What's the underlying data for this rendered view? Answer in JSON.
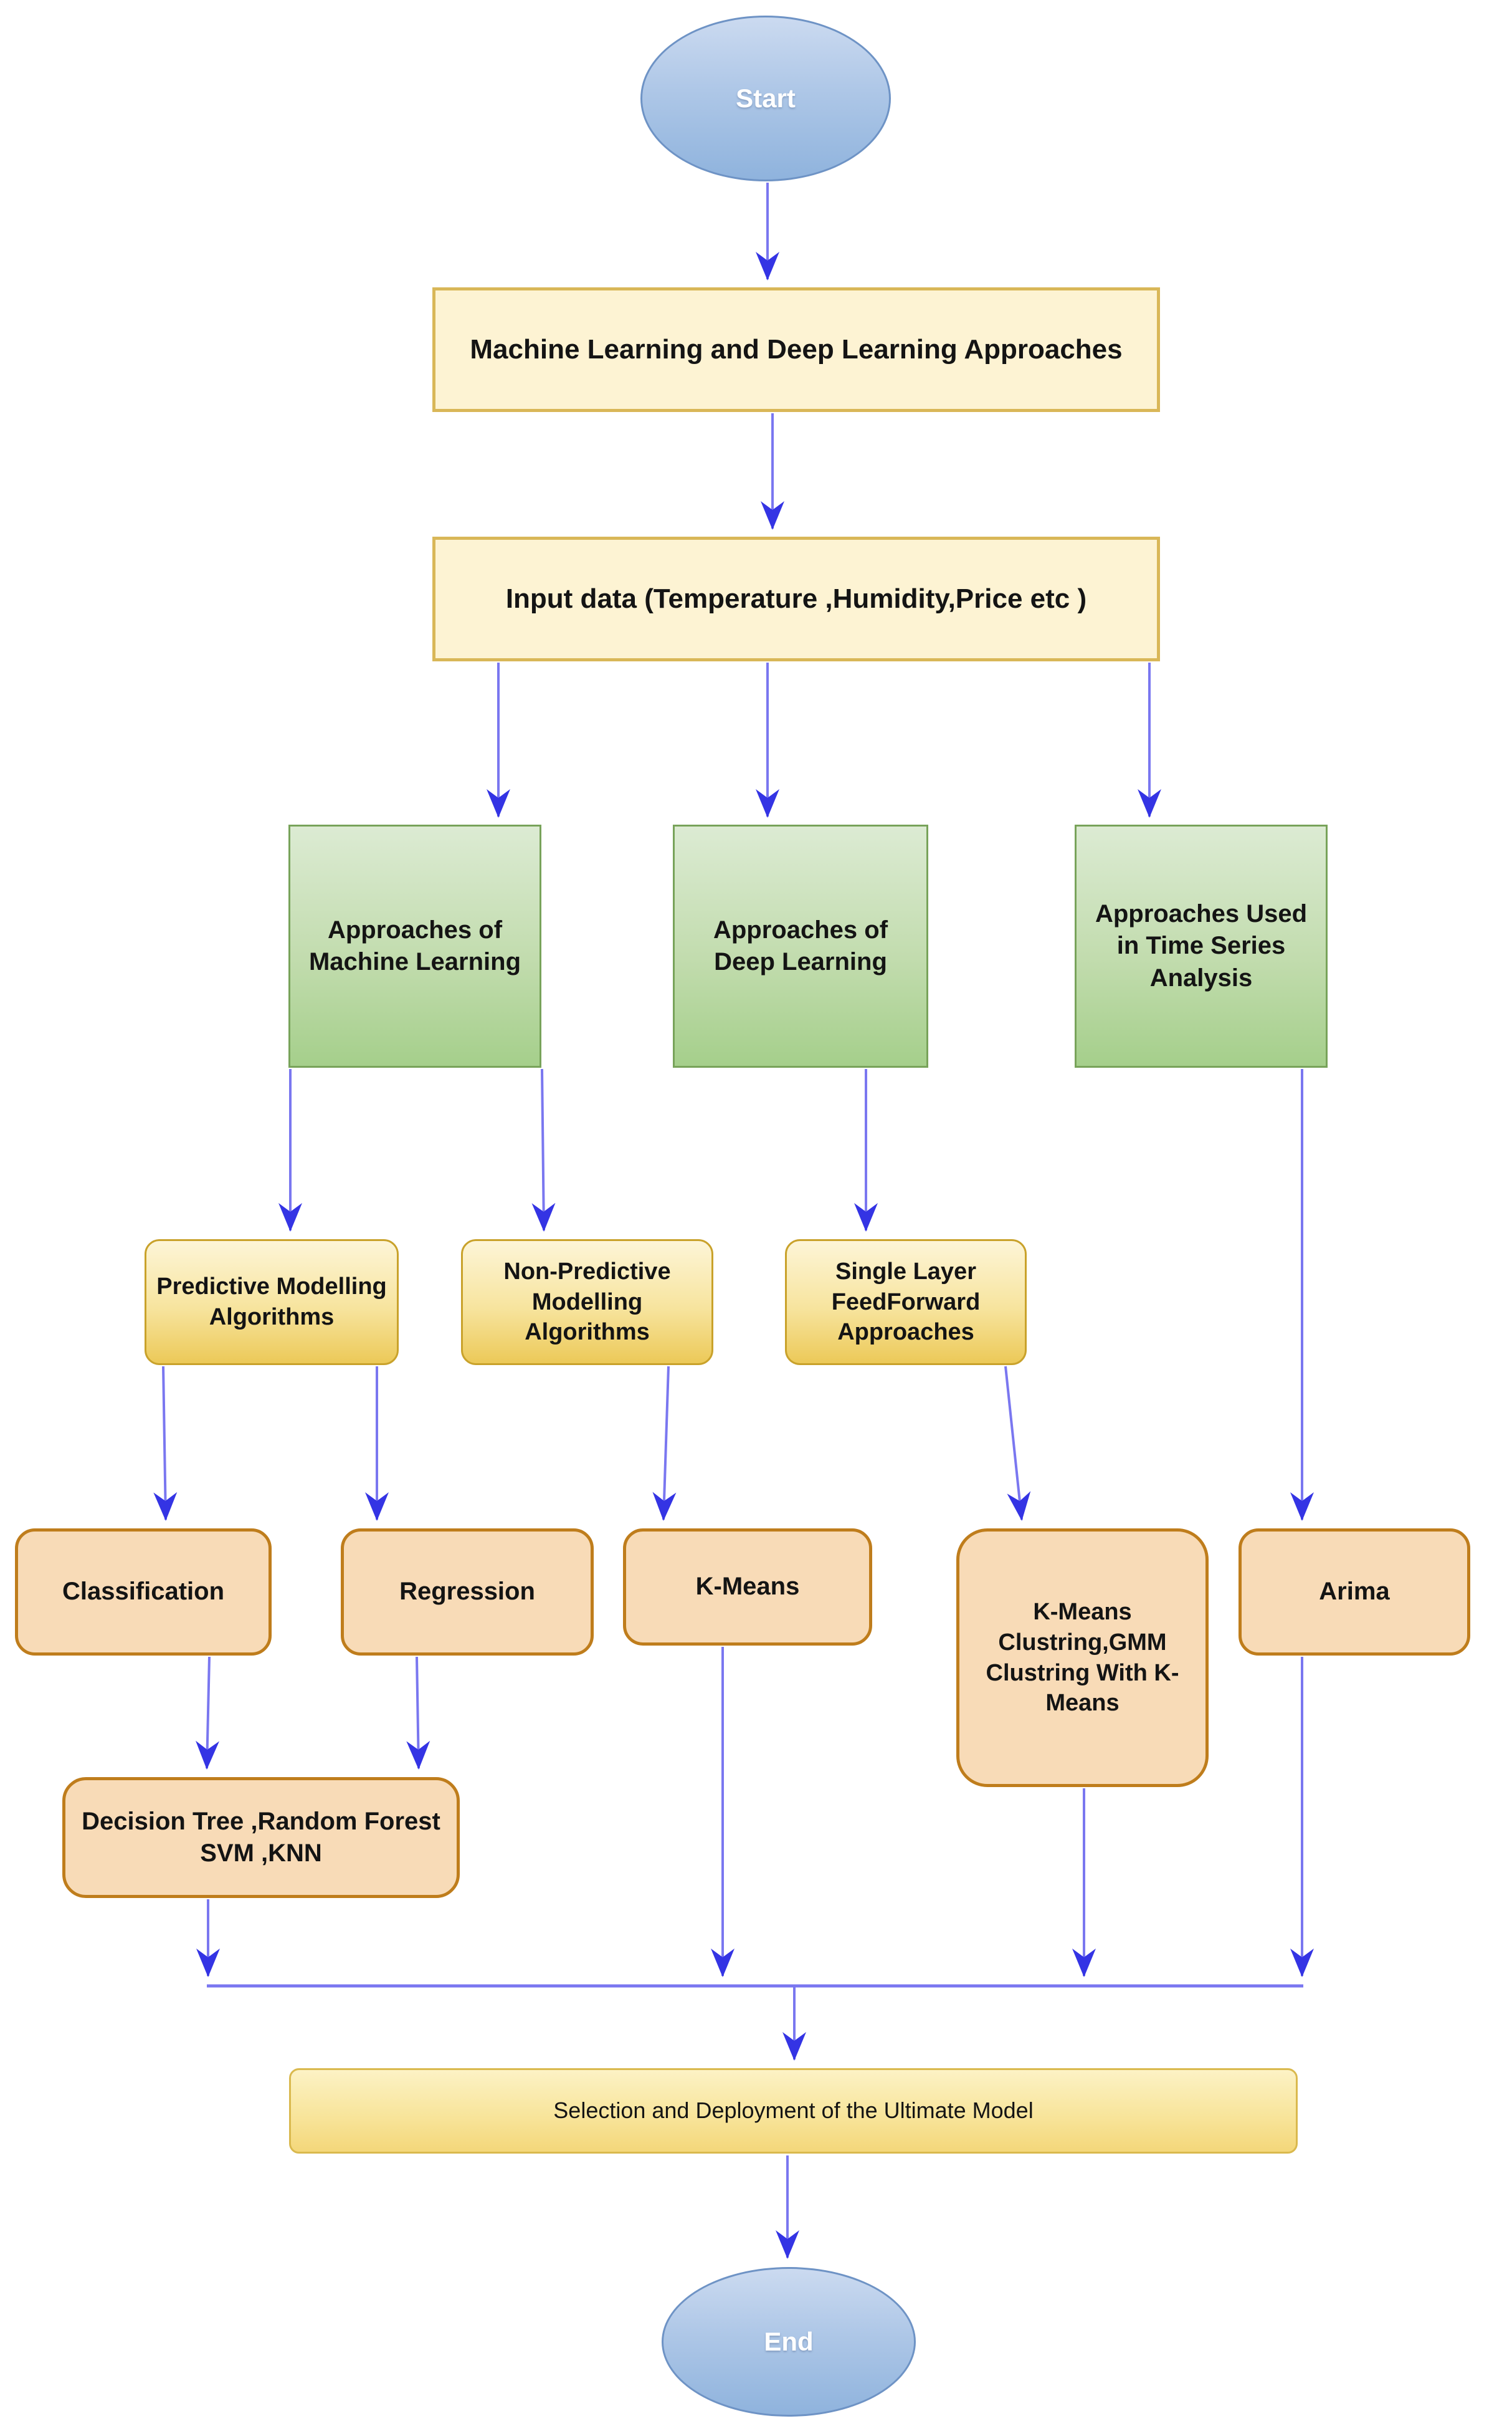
{
  "diagram": {
    "type": "flowchart",
    "palette": {
      "edge_line": "#7a77f0",
      "edge_arrowhead": "#3434e4",
      "terminator_fill_top": "#cbdaf0",
      "terminator_fill_bottom": "#8fb3dd",
      "terminator_border": "#6e93c5",
      "process_fill": "#fdf3d3",
      "process_border": "#d9b758",
      "category_fill_top": "#dcebd3",
      "category_fill_bottom": "#a5cf8b",
      "category_border": "#78a35a",
      "family_fill_top": "#fdf5d7",
      "family_fill_bottom": "#ecc958",
      "family_border": "#c9a22b",
      "leaf_fill": "#f8dbb7",
      "leaf_border": "#bf7d1c"
    },
    "nodes": {
      "start": {
        "label": "Start",
        "shape": "ellipse"
      },
      "ml_dl": {
        "label": "Machine  Learning and Deep Learning Approaches",
        "shape": "rectangle"
      },
      "input_data": {
        "label": "Input data (Temperature ,Humidity,Price etc )",
        "shape": "rectangle"
      },
      "approaches_ml": {
        "label": "Approaches of Machine Learning",
        "shape": "rectangle"
      },
      "approaches_dl": {
        "label": "Approaches of Deep Learning",
        "shape": "rectangle"
      },
      "approaches_ts": {
        "label": "Approaches Used in Time Series Analysis",
        "shape": "rectangle"
      },
      "predictive": {
        "label": "Predictive Modelling Algorithms",
        "shape": "rounded"
      },
      "non_predictive": {
        "label": "Non-Predictive Modelling Algorithms",
        "shape": "rounded"
      },
      "single_layer": {
        "label": "Single Layer FeedForward Approaches",
        "shape": "rounded"
      },
      "classification": {
        "label": "Classification",
        "shape": "rounded"
      },
      "regression": {
        "label": "Regression",
        "shape": "rounded"
      },
      "kmeans": {
        "label": "K-Means",
        "shape": "rounded"
      },
      "kmeans_gmm": {
        "label": "K-Means Clustring,GMM Clustring With K-Means",
        "shape": "rounded"
      },
      "arima": {
        "label": "Arima",
        "shape": "rounded"
      },
      "decision_tree": {
        "label": "Decision Tree ,Random Forest SVM ,KNN",
        "shape": "rounded"
      },
      "selection": {
        "label": "Selection and Deployment of the Ultimate Model",
        "shape": "rounded"
      },
      "end": {
        "label": "End",
        "shape": "ellipse"
      }
    }
  }
}
